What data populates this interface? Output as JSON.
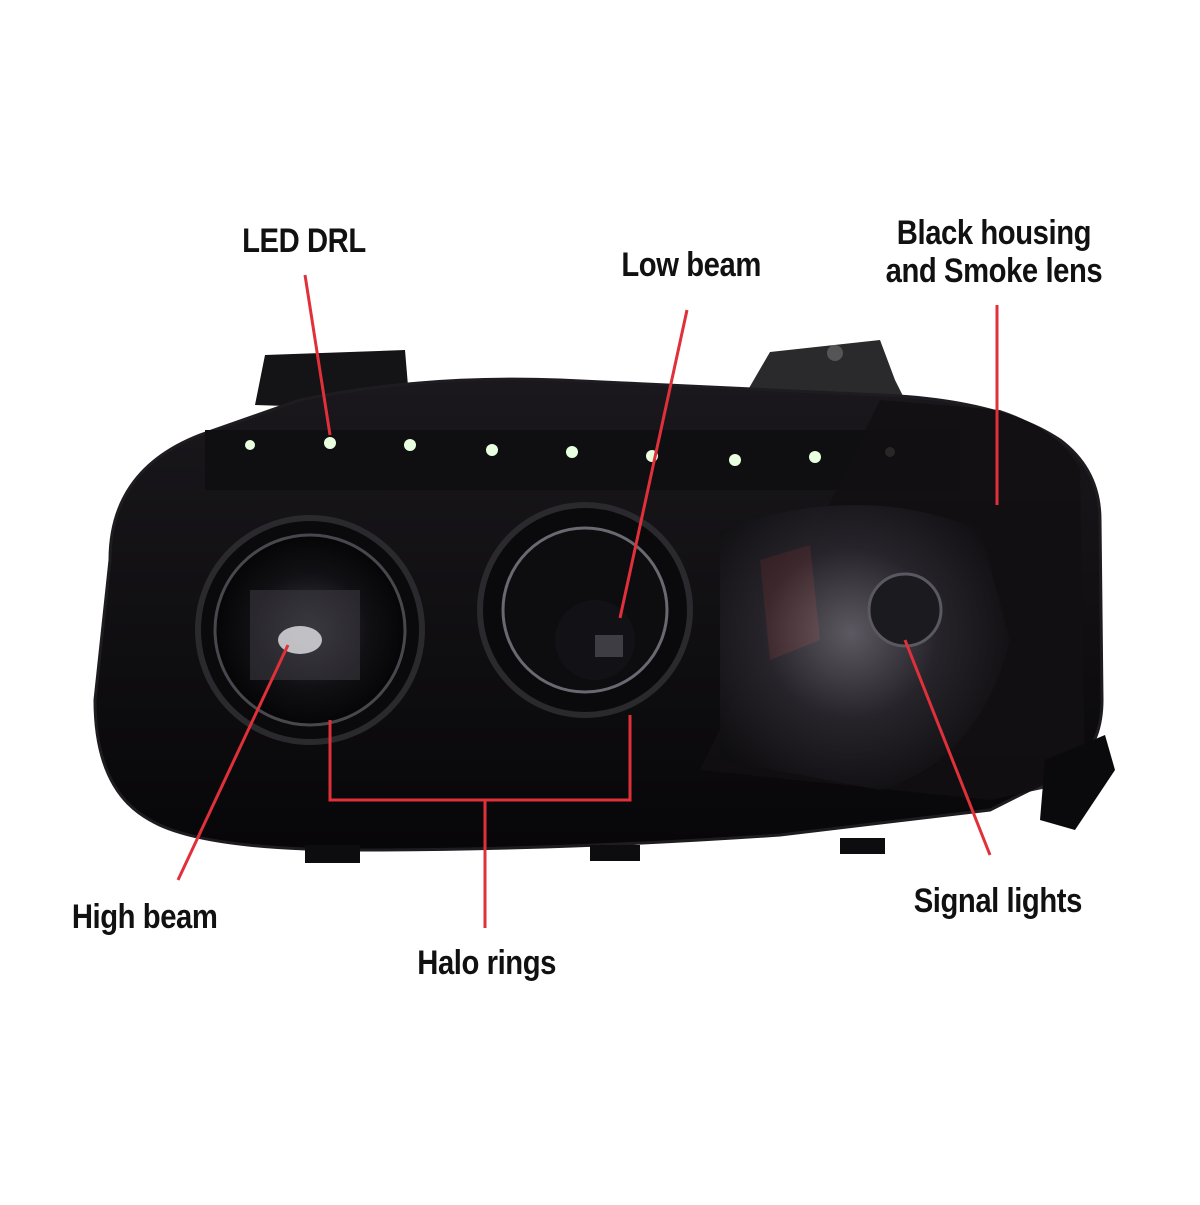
{
  "colors": {
    "leader": "#e0303a",
    "housing": "#0c0b0d",
    "housing_edge": "#1c1a1e",
    "led": "#e8ffe0",
    "amber": "#c0302a"
  },
  "callouts": {
    "led_drl": "LED DRL",
    "low_beam": "Low beam",
    "housing_line1": "Black housing",
    "housing_line2": "and Smoke lens",
    "high_beam": "High beam",
    "halo_rings": "Halo rings",
    "signal_lights": "Signal lights"
  },
  "product_image": {
    "icon": "headlight-assembly-icon"
  }
}
